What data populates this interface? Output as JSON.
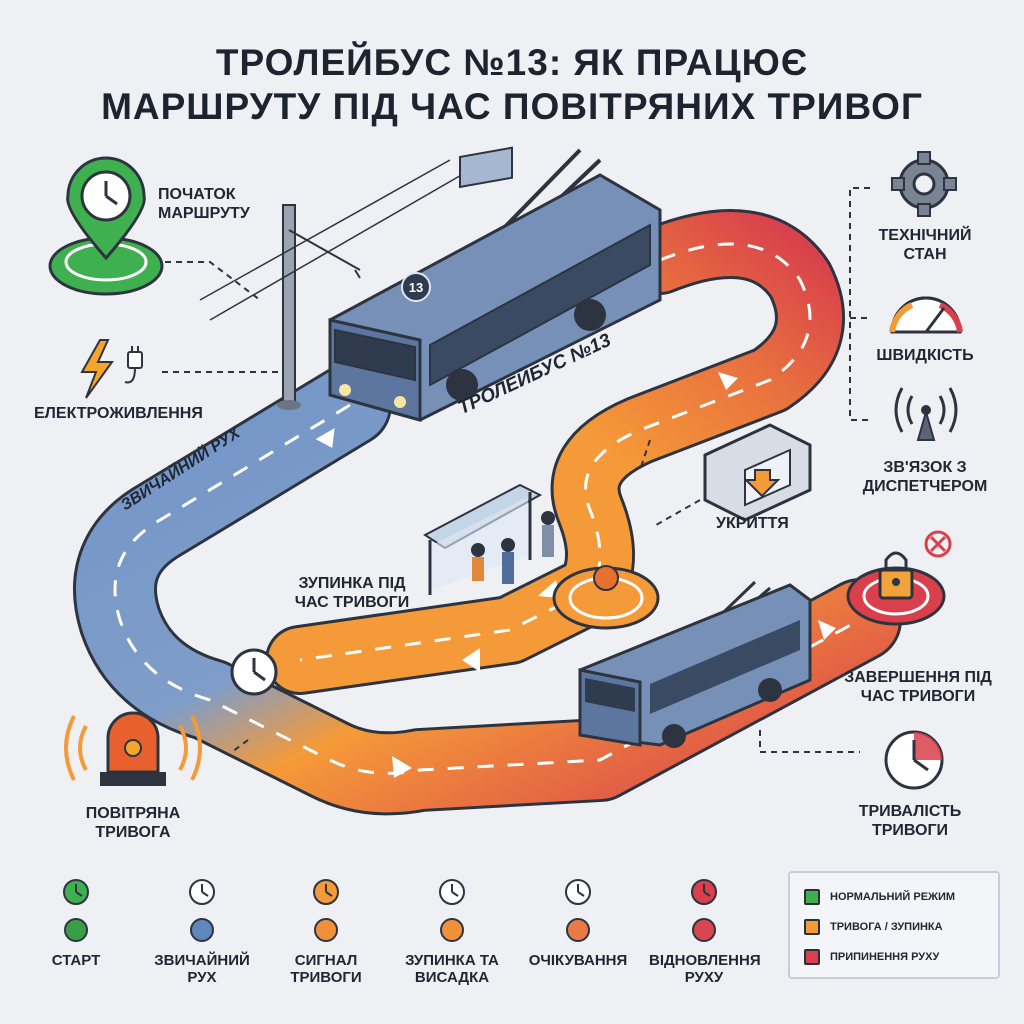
{
  "title": {
    "line1": "Тролейбус №13: Як працює",
    "line2": "маршруту під час повітряних тривог"
  },
  "route_label": "Тролейбус №13",
  "normal_traffic_label": "Звичайний рух",
  "bus_number": "13",
  "labels": {
    "route_start": "Початок маршруту",
    "power": "Електроживлення",
    "tech_state": "Технічний стан",
    "speed": "Швидкість",
    "dispatcher": "Зв'язок з диспетчером",
    "shelter": "Укриття",
    "alarm_stop": "Зупинка під час тривоги",
    "alarm_end": "Завершення під час тривоги",
    "air_alarm": "Повітряна тривога",
    "alarm_duration": "Тривалість тривоги"
  },
  "timeline": [
    {
      "label": "Старт",
      "color": "#3a9e47"
    },
    {
      "label": "Звичайний рух",
      "color": "#5f86bd"
    },
    {
      "label": "Сигнал тривоги",
      "color": "#f0903a"
    },
    {
      "label": "Зупинка та висадка",
      "color": "#f0903a"
    },
    {
      "label": "Очікування",
      "color": "#e87a45"
    },
    {
      "label": "Відновлення руху",
      "color": "#d9454f"
    }
  ],
  "legend": [
    {
      "label": "Нормальний режим",
      "color": "#3fb04f"
    },
    {
      "label": "Тривога / зупинка",
      "color": "#f59a38"
    },
    {
      "label": "Припинення руху",
      "color": "#d9404b"
    }
  ],
  "colors": {
    "normal": "#6b8fc4",
    "alarm": "#f59a38",
    "stop": "#d9404b",
    "start": "#3fb04f"
  }
}
